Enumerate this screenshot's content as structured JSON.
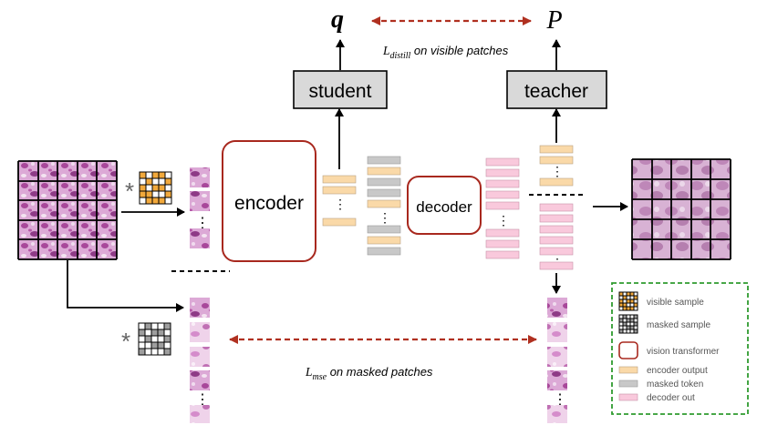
{
  "labels": {
    "q": "q",
    "p": "P",
    "student": "student",
    "teacher": "teacher",
    "encoder": "encoder",
    "decoder": "decoder",
    "distill_main": "L",
    "distill_sub": "distill",
    "distill_rest": " on visible patches",
    "mse_main": "L",
    "mse_sub": "mse",
    "mse_rest": " on masked patches",
    "asterisk": "*",
    "vdots": "⋮"
  },
  "legend": {
    "items": [
      {
        "icon": "visible-sample-icon",
        "label": "visible sample"
      },
      {
        "icon": "masked-sample-icon",
        "label": "masked sample"
      },
      {
        "icon": "vision-transformer-icon",
        "label": "vision transformer"
      },
      {
        "icon": "encoder-output-icon",
        "label": "encoder output"
      },
      {
        "icon": "masked-token-icon",
        "label": "masked token"
      },
      {
        "icon": "decoder-out-icon",
        "label": "decoder out"
      }
    ]
  },
  "colors": {
    "encoder_token": "#fad9a8",
    "masked_token": "#c8c8c8",
    "decoder_token": "#f9c9dc",
    "transformer_border": "#a8281e",
    "dashed_arrow": "#b03020",
    "box_fill": "#d9d9d9",
    "legend_border": "#2f9b2f",
    "visible_cell": "#f2a93b",
    "masked_cell": "#9e9e9e",
    "tissue_dark": "#a8489a",
    "tissue_light": "#f1dcef"
  }
}
